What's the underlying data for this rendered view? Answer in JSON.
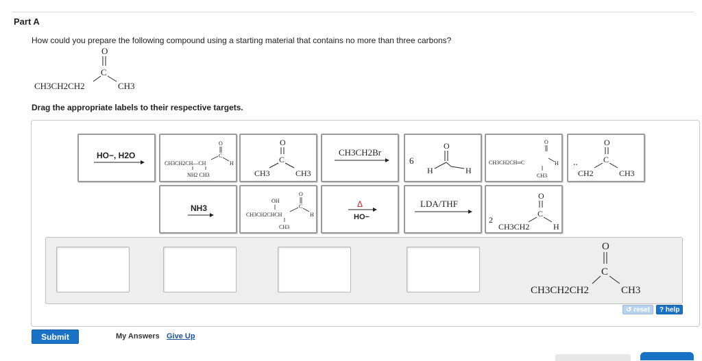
{
  "part": {
    "title": "Part A"
  },
  "question": {
    "text": "How could you prepare the following compound using a starting material that contains no more than three carbons?"
  },
  "instruction": {
    "text": "Drag the appropriate labels to their respective targets."
  },
  "chem": {
    "O": "O",
    "C": "C",
    "H": "H",
    "OH": "OH",
    "HO": "HO",
    "two": "2",
    "ch3": "CH3",
    "ch2": "CH2",
    "ch2_dots": "˙˙",
    "ch3ch2ch2": "CH3CH2CH2",
    "ch3ch2": "CH3CH2",
    "ch3ch2ch_ch": "CH3CH2CH—CH",
    "nh2_ch3": "NH2  CH3",
    "ch3ch2ch_eq_c": "CH3CH2CH═C",
    "ch3ch2chch": "CH3CH2CHCH",
    "six": "6"
  },
  "labels": {
    "hydroxide_water": "HO−, H2O",
    "ethyl_bromide": "CH3CH2Br",
    "ammonia": "NH3",
    "heat": "Δ",
    "hydroxide": "HO−",
    "lda": "LDA/THF"
  },
  "buttons": {
    "reset": "reset",
    "help": "help",
    "submit": "Submit",
    "give_up": "Give Up"
  },
  "icons": {
    "reset": "↺",
    "help": "?"
  },
  "footer": {
    "my_answers": "My Answers"
  },
  "colors": {
    "accent": "#1a72c4",
    "heat": "#cc2222"
  }
}
